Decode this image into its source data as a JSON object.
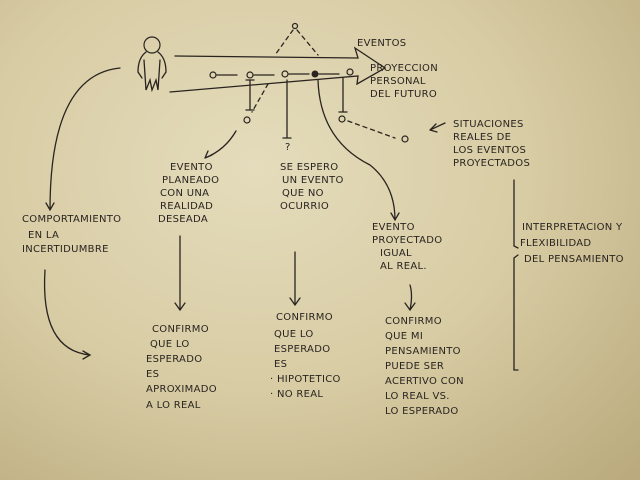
{
  "title_events": "EVENTOS",
  "projection": [
    "PROYECCION",
    "PERSONAL",
    "DEL FUTURO"
  ],
  "real_situations": [
    "SITUACIONES",
    "REALES DE",
    "LOS EVENTOS",
    "PROYECTADOS"
  ],
  "question_mark": "?",
  "planned_event": [
    "EVENTO",
    "PLANEADO",
    "CON UNA",
    "REALIDAD",
    "DESEADA"
  ],
  "expected_event": [
    "SE ESPERO",
    "UN EVENTO",
    "QUE NO",
    "OCURRIO"
  ],
  "behavior": [
    "COMPORTAMIENTO",
    "EN LA",
    "INCERTIDUMBRE"
  ],
  "projected_equal": [
    "EVENTO",
    "PROYECTADO",
    "IGUAL",
    "AL REAL."
  ],
  "interpretation": [
    "INTERPRETACION Y",
    "FLEXIBILIDAD",
    "DEL PENSAMIENTO"
  ],
  "confirm_1": [
    "CONFIRMO",
    "QUE LO",
    "ESPERADO",
    "ES",
    "APROXIMADO",
    "A LO REAL"
  ],
  "confirm_2": [
    "CONFIRMO",
    "QUE LO",
    "ESPERADO",
    "ES",
    "· HIPOTETICO",
    "· NO REAL"
  ],
  "confirm_3": [
    "CONFIRMO",
    "QUE MI",
    "PENSAMIENTO",
    "PUEDE SER",
    "ACERTIVO CON",
    "LO REAL VS.",
    "LO ESPERADO"
  ]
}
